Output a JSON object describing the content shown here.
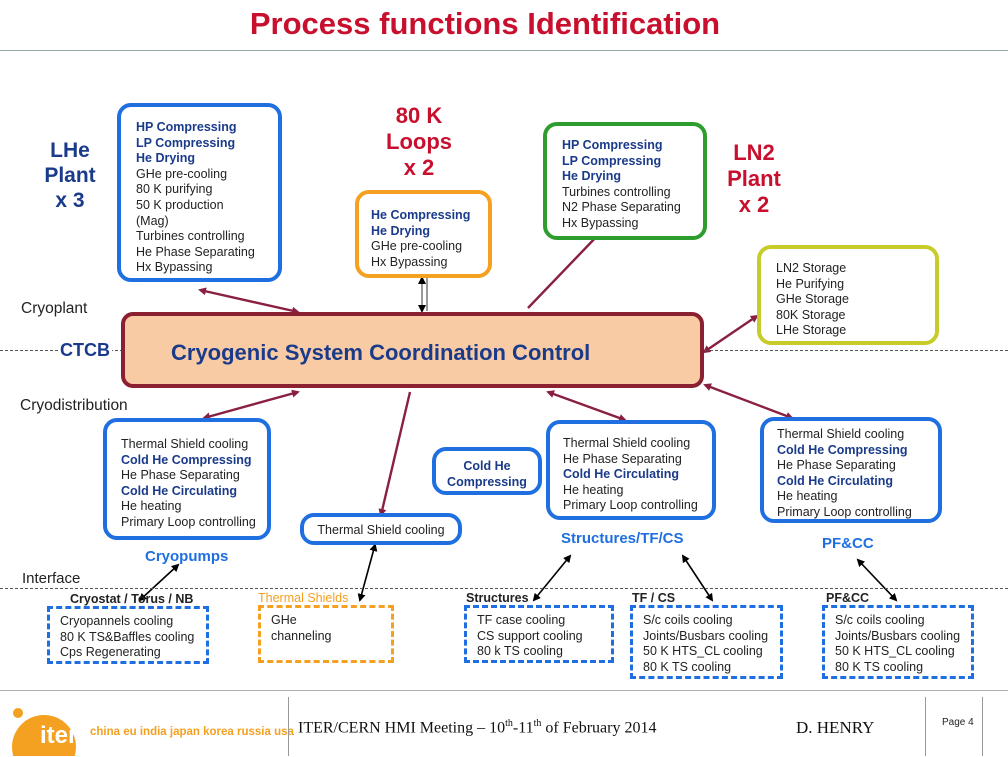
{
  "title": "Process functions Identification",
  "colors": {
    "title": "#c8102e",
    "blue": "#1f6fe0",
    "orange": "#f4a020",
    "green": "#2d9e2d",
    "yellow": "#c8cc2a",
    "center_fill": "#f8cba4",
    "arrow": "#8a2040"
  },
  "lhe_plant": [
    "LHe",
    "Plant",
    "x 3"
  ],
  "loops80k": [
    "80 K",
    "Loops",
    "x 2"
  ],
  "ln2_plant": [
    "LN2",
    "Plant",
    "x 2"
  ],
  "lhe_box": [
    "HP Compressing",
    "LP Compressing",
    "He Drying",
    "GHe pre-cooling",
    "80 K purifying",
    "50 K production",
    "(Mag)",
    "Turbines controlling",
    "He Phase Separating",
    "Hx Bypassing"
  ],
  "loops_box": [
    "He Compressing",
    "He Drying",
    "GHe pre-cooling",
    "Hx Bypassing"
  ],
  "ln2_box": [
    "HP Compressing",
    "LP Compressing",
    "He Drying",
    "Turbines controlling",
    "N2 Phase Separating",
    "Hx Bypassing"
  ],
  "storage_box": [
    "LN2 Storage",
    "He Purifying",
    "GHe Storage",
    "80K Storage",
    "LHe Storage"
  ],
  "labels": {
    "cryoplant": "Cryoplant",
    "ctcb": "CTCB",
    "cryodistribution": "Cryodistribution",
    "cryopumps": "Cryopumps",
    "interface": "Interface",
    "structures_tfcs": "Structures/TF/CS",
    "pfcc": "PF&CC"
  },
  "center": "Cryogenic System Coordination Control",
  "dist_left": [
    "Thermal Shield cooling",
    "Cold He Compressing",
    "He Phase Separating",
    "Cold He Circulating",
    "He heating",
    "Primary Loop controlling"
  ],
  "cold_he": [
    "Cold He",
    "Compressing"
  ],
  "thermal_shield": "Thermal Shield cooling",
  "dist_mid": [
    "Thermal Shield cooling",
    "He Phase Separating",
    "Cold He Circulating",
    "He heating",
    "Primary Loop controlling"
  ],
  "dist_right": [
    "Thermal Shield cooling",
    "Cold He Compressing",
    "He Phase Separating",
    "Cold He Circulating",
    "He heating",
    "Primary Loop controlling"
  ],
  "iface": {
    "cryostat": {
      "header": "Cryostat / Torus / NB",
      "lines": [
        "Cryopannels cooling",
        "80 K TS&Baffles cooling",
        "Cps Regenerating"
      ]
    },
    "shields": {
      "header": "Thermal Shields",
      "lines": [
        "GHe",
        "channeling"
      ]
    },
    "structures": {
      "header": "Structures",
      "lines": [
        "TF case cooling",
        "CS support cooling",
        "80 k TS cooling"
      ]
    },
    "tfcs": {
      "header": "TF / CS",
      "lines": [
        "S/c coils cooling",
        "Joints/Busbars cooling",
        "50 K HTS_CL cooling",
        "80 K TS cooling"
      ]
    },
    "pfcc": {
      "header": "PF&CC",
      "lines": [
        "S/c coils cooling",
        "Joints/Busbars cooling",
        "50 K HTS_CL cooling",
        "80 K TS cooling"
      ]
    }
  },
  "footer": {
    "logo": "iter",
    "members": "china eu india japan korea russia usa",
    "meeting_prefix": "ITER/CERN HMI Meeting – 10",
    "sup1": "th",
    "mid": "-11",
    "sup2": "th",
    "meeting_suffix": " of February 2014",
    "author": "D. HENRY",
    "page_label": "Page",
    "page_number": "4"
  }
}
